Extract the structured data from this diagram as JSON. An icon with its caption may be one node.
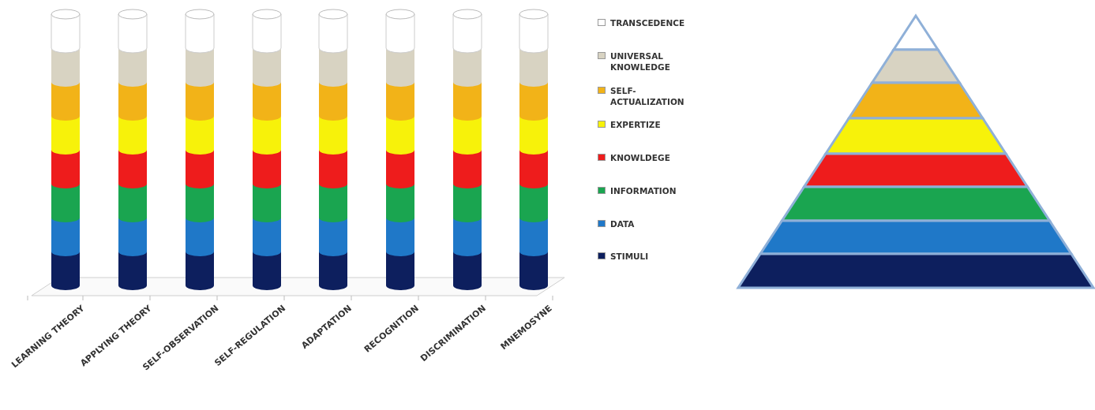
{
  "diagram": {
    "labels": [
      "LEARNING THEORY",
      "APPLYING THEORY",
      "SELF-OBSERVATION",
      "SELF-REGULATION",
      "ADAPTATION",
      "RECOGNITION",
      "DISCRIMINATION",
      "MNEMOSYNE"
    ],
    "legend": [
      {
        "text": "TRANSCEDENCE",
        "color": "#ffffff"
      },
      {
        "text": "UNIVERSAL KNOWLEDGE",
        "color": "#d8d3c2"
      },
      {
        "text": "SELF-ACTUALIZATION",
        "color": "#f2b318"
      },
      {
        "text": "EXPERTIZE",
        "color": "#f7f20a"
      },
      {
        "text": "KNOWLDEGE",
        "color": "#ee1c1c"
      },
      {
        "text": "INFORMATION",
        "color": "#1aa550"
      },
      {
        "text": "DATA",
        "color": "#1f78c8"
      },
      {
        "text": "STIMULI",
        "color": "#0d1f5e"
      }
    ]
  }
}
